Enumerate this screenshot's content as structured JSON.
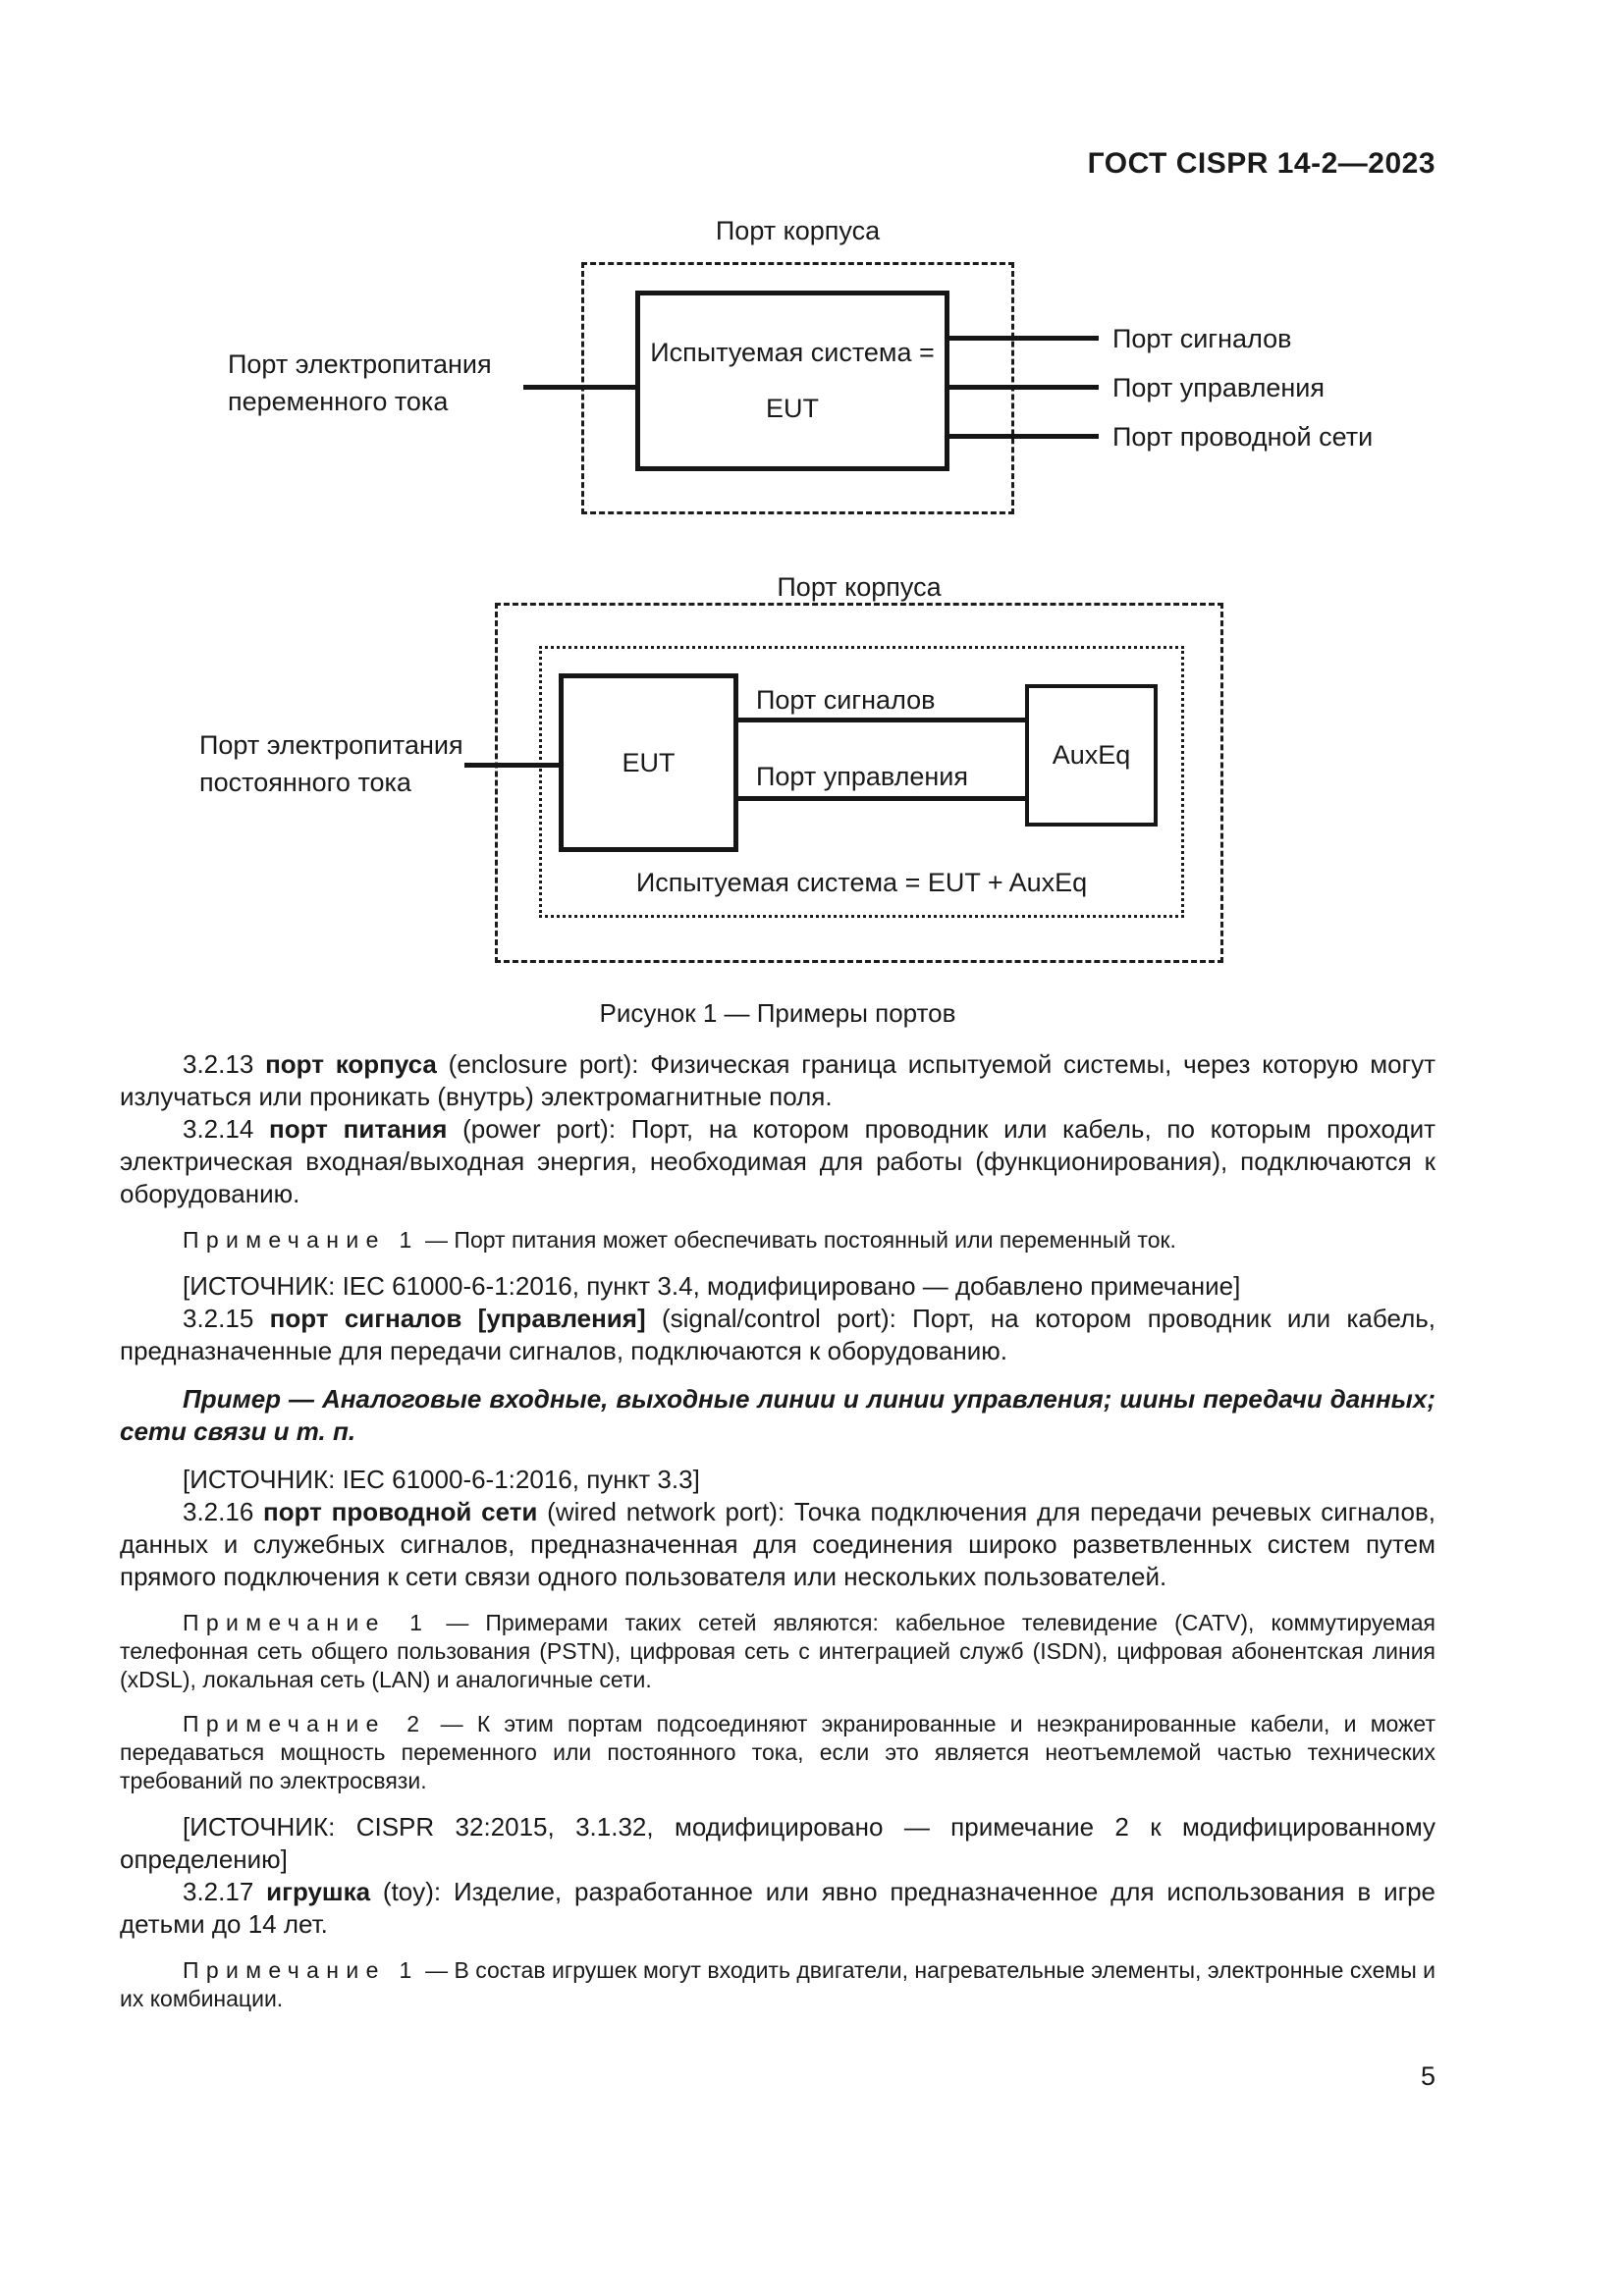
{
  "page": {
    "header_title": "ГОСТ CISPR 14-2—2023",
    "page_number": "5"
  },
  "figure": {
    "caption": "Рисунок 1 — Примеры портов",
    "diagram1": {
      "enclosure_port_label": "Порт корпуса",
      "system_box_line1": "Испытуемая система =",
      "system_box_line2": "EUT",
      "ac_power_label_line1": "Порт электропитания",
      "ac_power_label_line2": "переменного тока",
      "signal_port_label": "Порт сигналов",
      "control_port_label": "Порт управления",
      "wired_network_port_label": "Порт проводной сети"
    },
    "diagram2": {
      "enclosure_port_label": "Порт корпуса",
      "eut_box_label": "EUT",
      "auxeq_box_label": "AuxEq",
      "dc_power_label_line1": "Порт электропитания",
      "dc_power_label_line2": "постоянного тока",
      "signal_port_label": "Порт сигналов",
      "control_port_label": "Порт управления",
      "system_label": "Испытуемая система = EUT + AuxEq"
    }
  },
  "content": {
    "def_3_2_13": {
      "num": "3.2.13 ",
      "term": "порт корпуса",
      "rest": " (enclosure port): Физическая граница испытуемой системы, через которую могут излучаться или проникать (внутрь) электромагнитные поля."
    },
    "def_3_2_14": {
      "num": "3.2.14 ",
      "term": "порт питания",
      "rest": " (power port): Порт, на котором проводник или кабель, по которым проходит электрическая входная/выходная энергия, необходимая для работы (функционирования), подключаются к оборудованию."
    },
    "note_power": {
      "label": "Примечание 1",
      "text": " — Порт питания может обеспечивать постоянный или переменный ток."
    },
    "source_power": "[ИСТОЧНИК: IEC 61000-6-1:2016, пункт 3.4, модифицировано — добавлено примечание]",
    "def_3_2_15": {
      "num": "3.2.15 ",
      "term": "порт сигналов [управления]",
      "rest": " (signal/control port): Порт, на котором проводник или кабель, предназначенные для передачи сигналов, подключаются к оборудованию."
    },
    "example_signal": "Пример — Аналоговые входные, выходные линии и линии управления; шины передачи данных; сети связи и т. п.",
    "source_signal": "[ИСТОЧНИК: IEC 61000-6-1:2016, пункт 3.3]",
    "def_3_2_16": {
      "num": "3.2.16 ",
      "term": "порт проводной сети",
      "rest": " (wired network port): Точка подключения для передачи речевых сигналов, данных и служебных сигналов, предназначенная для соединения широко разветвленных систем путем прямого подключения к сети связи одного пользователя или нескольких пользователей."
    },
    "note_network_1": {
      "label": "Примечание 1",
      "text": " — Примерами таких сетей являются: кабельное телевидение (CATV), коммутируемая телефонная сеть общего пользования (PSTN), цифровая сеть с интеграцией служб (ISDN), цифровая абонентская линия (xDSL), локальная сеть (LAN) и аналогичные сети."
    },
    "note_network_2": {
      "label": "Примечание 2",
      "text": " — К этим портам подсоединяют экранированные и неэкранированные кабели, и может передаваться мощность переменного или постоянного тока, если это является неотъемлемой частью технических требований по электросвязи."
    },
    "source_network": "[ИСТОЧНИК: CISPR 32:2015, 3.1.32, модифицировано — примечание 2 к модифицированному определению]",
    "def_3_2_17": {
      "num": "3.2.17 ",
      "term": "игрушка",
      "rest": " (toy): Изделие, разработанное или явно предназначенное для использования в игре детьми до 14 лет."
    },
    "note_toy": {
      "label": "Примечание 1",
      "text": " — В состав игрушек могут входить двигатели, нагревательные элементы, электронные схемы и их комбинации."
    }
  }
}
